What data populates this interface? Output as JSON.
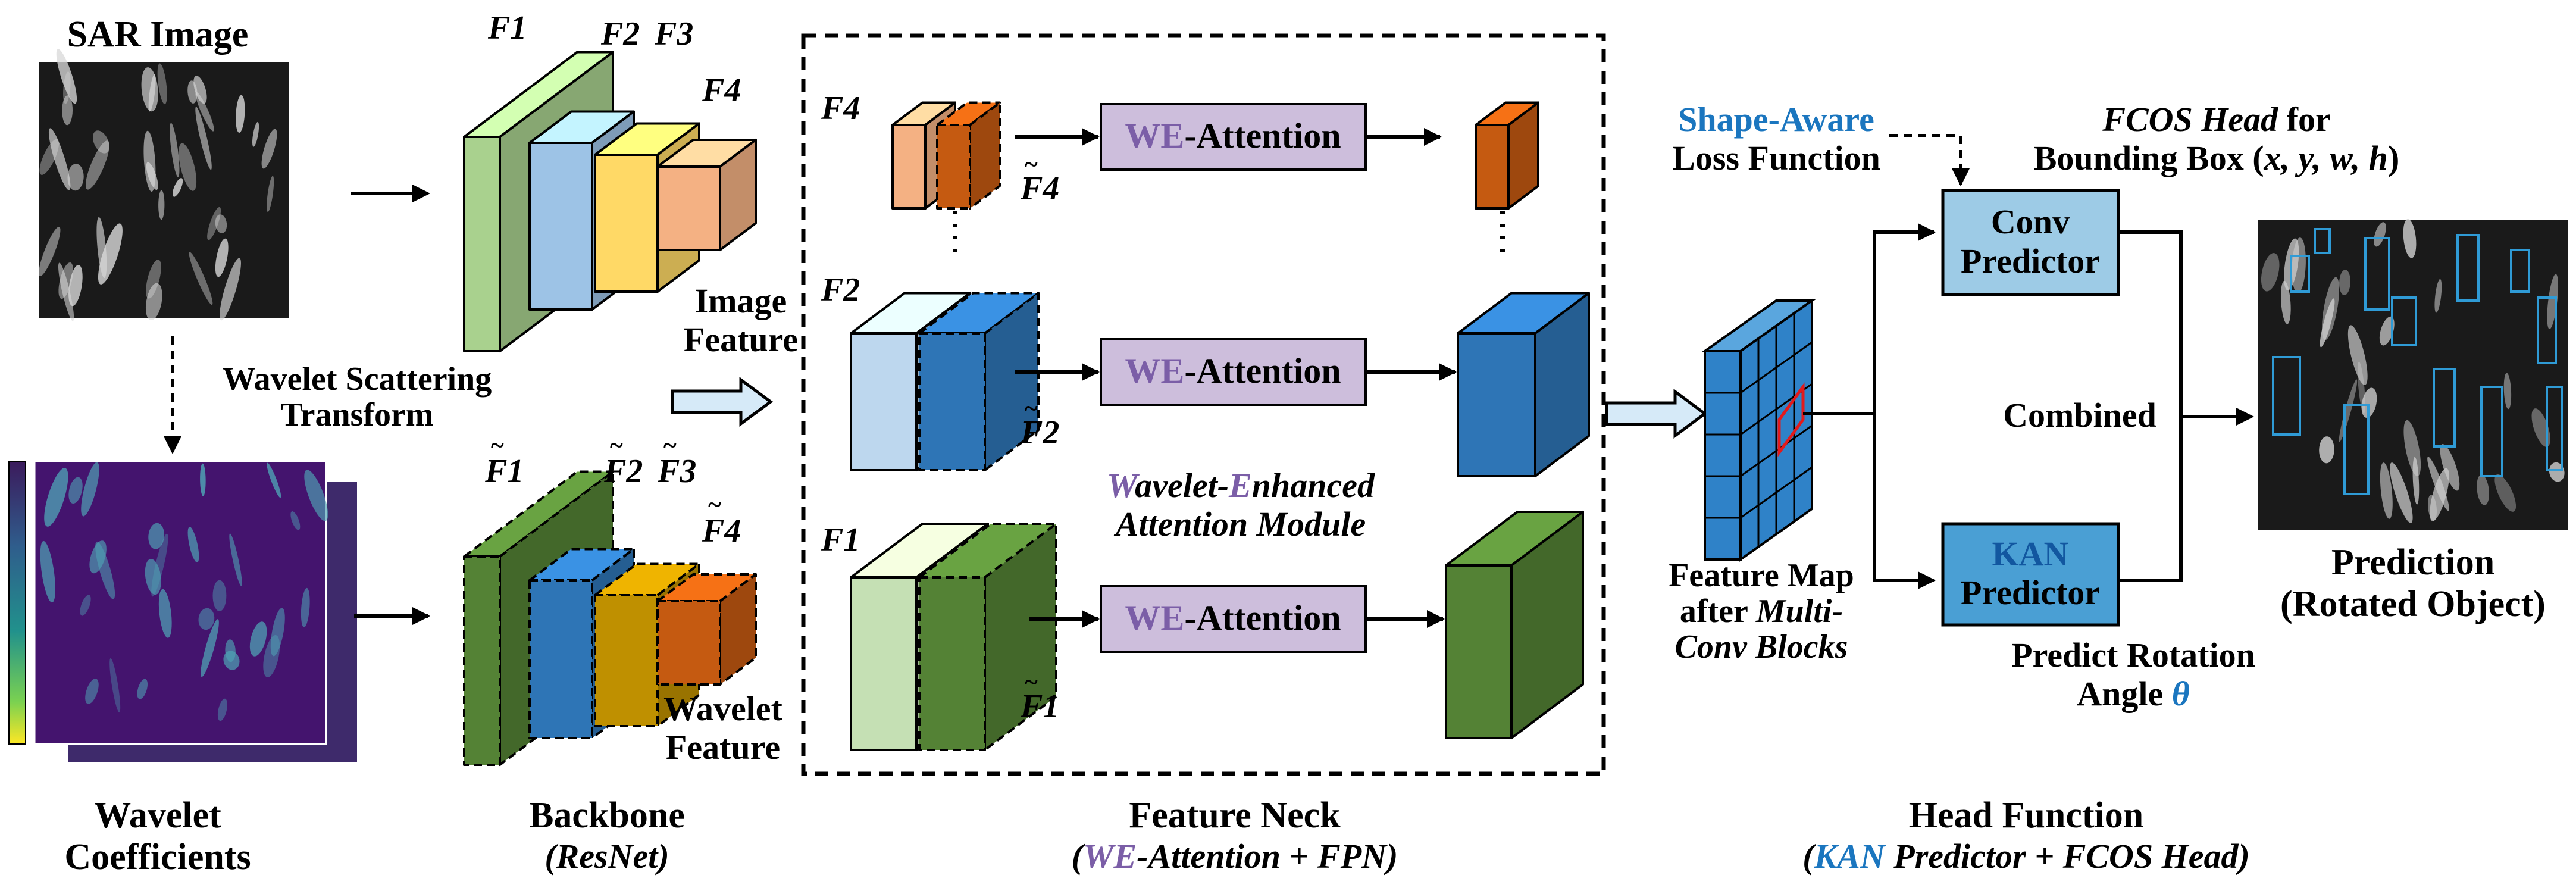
{
  "sar": {
    "title": "SAR Image",
    "wavelet_transform": [
      "Wavelet Scattering",
      "Transform"
    ],
    "wavelet_coefficients": [
      "Wavelet",
      "Coefficients"
    ]
  },
  "backbone": {
    "f1": "F1",
    "f2": "F2",
    "f3": "F3",
    "f4": "F4",
    "title": "Backbone",
    "subtitle": "(ResNet)",
    "wavelet_feature": [
      "Wavelet",
      "Feature"
    ],
    "image_feature": [
      "Image",
      "Feature"
    ]
  },
  "neck": {
    "f4": "F4",
    "f2": "F2",
    "f1": "F1",
    "we": "WE",
    "attention": "-Attention",
    "module_w": "W",
    "module_avelet": "avelet-",
    "module_e": "E",
    "module_nhanced": "nhanced",
    "module_line2": "Attention Module",
    "title": "Feature Neck",
    "subtitle_open": "(",
    "subtitle_we": "WE",
    "subtitle_rest": "-Attention + FPN)"
  },
  "head": {
    "shape_aware": "Shape-Aware",
    "loss_function": "Loss Function",
    "fcos_head": "FCOS Head",
    "for": " for",
    "bbox_prefix": "Bounding Box (",
    "bbox_vars": "x, y, w, h",
    "bbox_suffix": ")",
    "conv_predictor": [
      "Conv",
      "Predictor"
    ],
    "kan_predictor": [
      "KAN",
      "Predictor"
    ],
    "combined": "Combined",
    "feature_map": [
      "Feature Map",
      "after "
    ],
    "multi": "Multi-",
    "conv_blocks": "Conv Blocks",
    "predict_rotation": "Predict Rotation",
    "angle": "Angle ",
    "theta": "θ",
    "title": "Head Function",
    "subtitle_open": "(",
    "subtitle_kan": "KAN",
    "subtitle_rest": " Predictor + FCOS Head)"
  },
  "prediction": [
    "Prediction",
    "(Rotated Object)"
  ],
  "colors": {
    "accent_blue": "#1b76bf",
    "accent_purple": "#7b5ea7",
    "attention_box": "#cdbedc",
    "conv_box": "#9dcbe6",
    "kan_box": "#4a9fd4"
  }
}
